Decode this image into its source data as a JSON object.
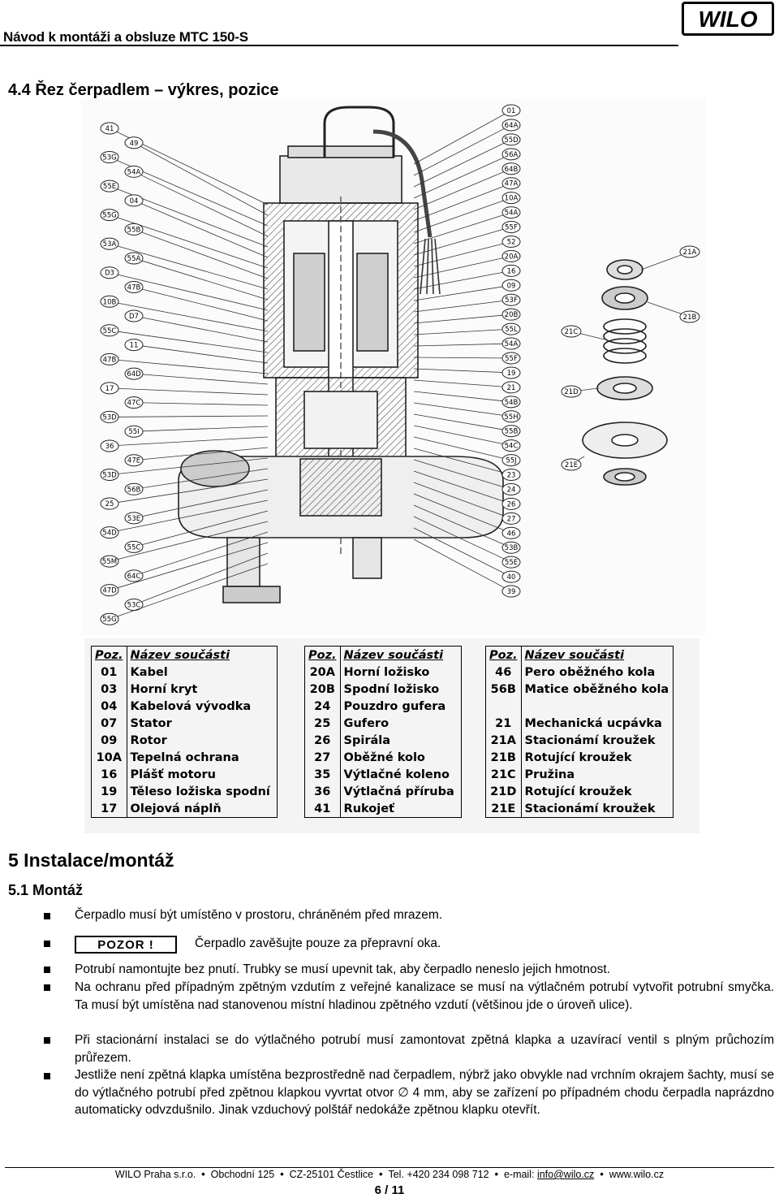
{
  "header": {
    "title": "Návod k montáži a obsluze  MTC 150-S",
    "logo": "WILO"
  },
  "section": {
    "heading": "4.4  Řez čerpadlem – výkres, pozice"
  },
  "drawing": {
    "left_labels": [
      "41",
      "49",
      "53G",
      "54A",
      "55E",
      "04",
      "55G",
      "55B",
      "53A",
      "55A",
      "D3",
      "47B",
      "10B",
      "D7",
      "55C",
      "11",
      "47B",
      "64D",
      "17",
      "47C",
      "53D",
      "55I",
      "36",
      "47E",
      "53D",
      "56B",
      "25",
      "53E",
      "54D",
      "55C",
      "55M",
      "64C",
      "47D",
      "53C",
      "55G"
    ],
    "right_labels": [
      "01",
      "64A",
      "55D",
      "56A",
      "64B",
      "47A",
      "10A",
      "54A",
      "55F",
      "52",
      "20A",
      "16",
      "09",
      "53F",
      "20B",
      "55L",
      "54A",
      "55F",
      "19",
      "21",
      "54B",
      "55H",
      "55B",
      "54C",
      "55J",
      "23",
      "24",
      "26",
      "27",
      "46",
      "53B",
      "55E",
      "40",
      "39"
    ],
    "seal_labels": [
      "21A",
      "21B",
      "21C",
      "21D",
      "21E"
    ]
  },
  "parts_tables": {
    "header_poz": "Poz.",
    "header_name": "Název součásti",
    "table1": [
      {
        "poz": "01",
        "name": "Kabel"
      },
      {
        "poz": "03",
        "name": "Horní kryt"
      },
      {
        "poz": "04",
        "name": "Kabelová vývodka"
      },
      {
        "poz": "07",
        "name": "Stator"
      },
      {
        "poz": "09",
        "name": "Rotor"
      },
      {
        "poz": "10A",
        "name": "Tepelná ochrana"
      },
      {
        "poz": "16",
        "name": "Plášť motoru"
      },
      {
        "poz": "19",
        "name": "Těleso ložiska spodní"
      },
      {
        "poz": "17",
        "name": "Olejová náplň"
      }
    ],
    "table2": [
      {
        "poz": "20A",
        "name": "Horní ložisko"
      },
      {
        "poz": "20B",
        "name": "Spodní ložisko"
      },
      {
        "poz": "24",
        "name": "Pouzdro gufera"
      },
      {
        "poz": "25",
        "name": "Gufero"
      },
      {
        "poz": "26",
        "name": "Spirála"
      },
      {
        "poz": "27",
        "name": "Oběžné kolo"
      },
      {
        "poz": "35",
        "name": "Výtlačné koleno"
      },
      {
        "poz": "36",
        "name": "Výtlačná příruba"
      },
      {
        "poz": "41",
        "name": "Rukojeť"
      }
    ],
    "table3": [
      {
        "poz": "46",
        "name": "Pero oběžného kola"
      },
      {
        "poz": "56B",
        "name": "Matice oběžného kola"
      },
      {
        "poz": "",
        "name": ""
      },
      {
        "poz": "21",
        "name": "Mechanická ucpávka"
      },
      {
        "poz": "21A",
        "name": "Stacionámí kroužek"
      },
      {
        "poz": "21B",
        "name": "Rotující kroužek"
      },
      {
        "poz": "21C",
        "name": "Pružina"
      },
      {
        "poz": "21D",
        "name": "Rotující kroužek"
      },
      {
        "poz": "21E",
        "name": "Stacionámí kroužek"
      }
    ]
  },
  "chapter": {
    "heading": "5   Instalace/montáž",
    "subheading": "5.1  Montáž",
    "pozor_label": "POZOR !",
    "bullets": [
      "Čerpadlo musí být umístěno v prostoru, chráněném před mrazem.",
      "Čerpadlo zavěšujte pouze za přepravní oka.",
      "Potrubí namontujte bez pnutí. Trubky se musí upevnit tak, aby čerpadlo neneslo jejich hmotnost.",
      "Na ochranu před případným zpětným vzdutím z veřejné kanalizace se musí na výtlačném potrubí vytvořit potrubní smyčka. Ta musí být umístěna nad stanovenou místní hladinou zpětného vzdutí (většinou jde o úroveň ulice).",
      "Při stacionární instalaci se do výtlačného potrubí musí zamontovat zpětná klapka a uzavírací ventil s plným průchozím průřezem.",
      "Jestliže není zpětná klapka umístěna bezprostředně nad čerpadlem, nýbrž jako obvykle nad vrchním okrajem šachty, musí se do výtlačného potrubí před zpětnou klapkou vyvrtat otvor ∅ 4 mm, aby se zařízení po případném chodu čerpadla naprázdno automaticky odvzdušnilo. Jinak vzduchový polštář nedokáže zpětnou klapku otevřít."
    ]
  },
  "footer": {
    "company": "WILO Praha s.r.o.",
    "street": "Obchodní 125",
    "city": "CZ-25101 Čestlice",
    "phone": "Tel. +420 234 098 712",
    "email_label": "e-mail:",
    "email": "info@wilo.cz",
    "web": "www.wilo.cz",
    "page": "6 / 11"
  }
}
